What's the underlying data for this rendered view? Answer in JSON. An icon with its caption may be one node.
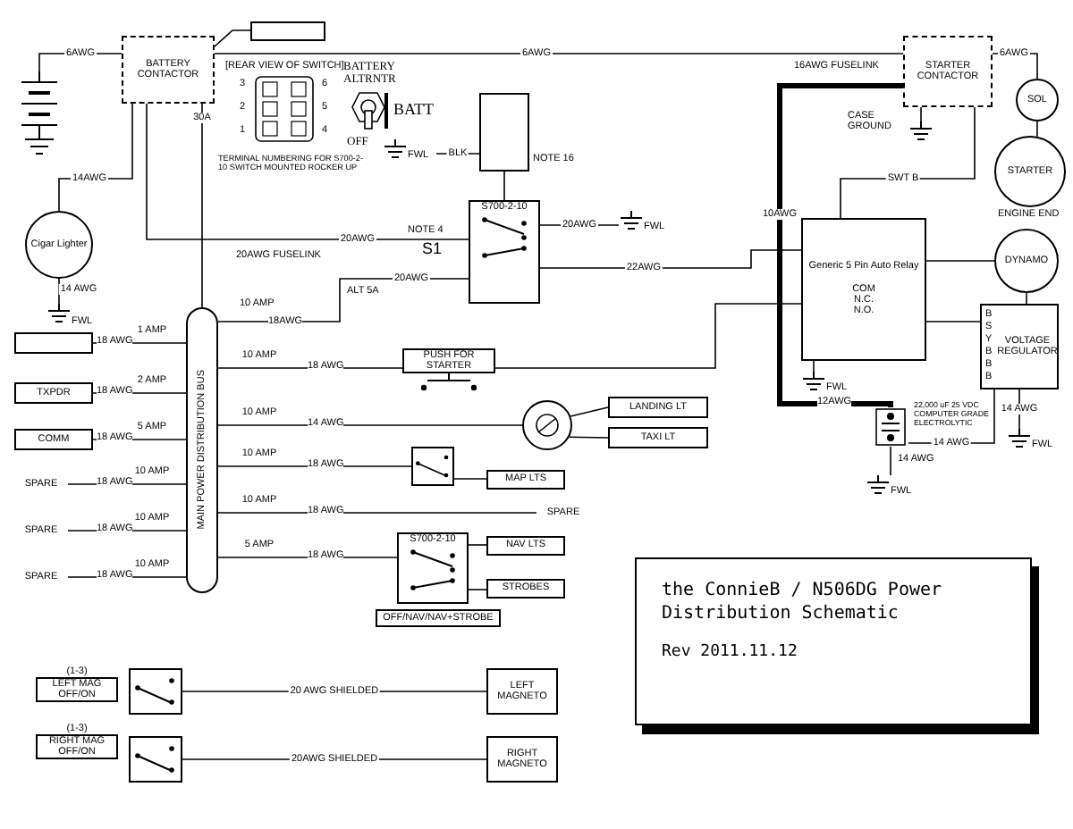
{
  "diagram": {
    "title": "the ConnieB / N506DG Power Distribution Schematic",
    "nodes": [
      {
        "text": [],
        "shape": "battery"
      },
      {
        "text": [
          "BATTERY CONTACTOR"
        ]
      },
      {
        "text": [],
        "shape": "box"
      },
      {
        "text": [
          "Cigar Lighter"
        ]
      },
      {
        "text": [
          "FWL"
        ]
      },
      {
        "text": [
          "S700-2-10"
        ],
        "beside": [
          "NOTE 4",
          "S1"
        ]
      },
      {
        "text": [],
        "shape": "box",
        "beside": [
          "NOTE 16"
        ]
      },
      {
        "text": [
          "FWL"
        ]
      },
      {
        "text": [
          "FWL"
        ]
      },
      {
        "text": [
          "STARTER CONTACTOR"
        ],
        "beside": [
          "CASE GROUND"
        ]
      },
      {
        "text": [],
        "shape": "ground"
      },
      {
        "text": [
          "SOL"
        ]
      },
      {
        "text": [
          "STARTER"
        ],
        "beside": [
          "ENGINE END"
        ]
      },
      {
        "text": [
          "DYNAMO"
        ]
      },
      {
        "text": [
          "Generic 5 Pin Auto Relay",
          "COM",
          "N.C.",
          "N.O."
        ]
      },
      {
        "text": [
          "VOLTAGE REGULATOR"
        ]
      },
      {
        "text": [
          "FWL"
        ]
      },
      {
        "text": [
          "FWL"
        ]
      },
      {
        "text": [],
        "shape": "capacitor",
        "beside": [
          "22,000 uF 25 VDC COMPUTER GRADE ELECTROLYTIC",
          "14 AWG"
        ]
      },
      {
        "text": [
          "FWL"
        ]
      },
      {
        "text": [
          "MAIN POWER DISTRIBUTION BUS"
        ]
      },
      {
        "text": [],
        "shape": "box"
      },
      {
        "text": [
          "TXPDR"
        ]
      },
      {
        "text": [
          "COMM"
        ]
      },
      {
        "text": [
          "SPARE"
        ]
      },
      {
        "text": [
          "SPARE"
        ]
      },
      {
        "text": [
          "SPARE"
        ]
      },
      {
        "text": [
          "PUSH FOR STARTER"
        ]
      },
      {
        "text": [],
        "shape": "circle"
      },
      {
        "text": [
          "LANDING LT"
        ]
      },
      {
        "text": [
          "TAXI LT"
        ]
      },
      {
        "text": [],
        "shape": "switch"
      },
      {
        "text": [
          "MAP LTS"
        ]
      },
      {
        "text": [
          "SPARE"
        ]
      },
      {
        "text": [
          "S700-2-10"
        ]
      },
      {
        "text": [
          "NAV LTS"
        ]
      },
      {
        "text": [
          "STROBES"
        ]
      },
      {
        "text": [],
        "shape": "switch"
      },
      {
        "text": [
          "LEFT MAGNETO"
        ]
      },
      {
        "text": [],
        "shape": "switch"
      },
      {
        "text": [
          "RIGHT MAGNETO"
        ]
      },
      {
        "text": [
          "(1-3)",
          "LEFT MAG OFF/ON"
        ]
      },
      {
        "text": [
          "(1-3)",
          "RIGHT MAG OFF/ON"
        ]
      },
      {
        "text": [
          "OFF/NAV/NAV+STROBE"
        ]
      }
    ],
    "edges": [
      {
        "from": 0,
        "to": 1,
        "arrow": "none",
        "label": "6AWG"
      },
      {
        "from": 1,
        "to": 2,
        "arrow": "none"
      },
      {
        "from": 1,
        "to": 9,
        "arrow": "none",
        "label": "6AWG"
      },
      {
        "from": 1,
        "to": 3,
        "arrow": "none",
        "label": "14AWG"
      },
      {
        "from": 3,
        "to": 4,
        "arrow": "none",
        "label": "14 AWG"
      },
      {
        "from": 1,
        "to": 20,
        "arrow": "none",
        "label": "30A"
      },
      {
        "from": 1,
        "to": 5,
        "arrow": "none",
        "label": "20AWG"
      },
      {
        "from": 20,
        "to": 5,
        "arrow": "none",
        "label": "20AWG"
      },
      {
        "from": 6,
        "to": 7,
        "arrow": "none",
        "label": "BLK"
      },
      {
        "from": 5,
        "to": 6,
        "arrow": "none"
      },
      {
        "from": 5,
        "to": 8,
        "arrow": "none",
        "label": "20AWG"
      },
      {
        "from": 5,
        "to": 14,
        "arrow": "none",
        "label": "22AWG"
      },
      {
        "from": 9,
        "to": 11,
        "arrow": "none",
        "label": "6AWG"
      },
      {
        "from": 11,
        "to": 12,
        "arrow": "none"
      },
      {
        "from": 9,
        "to": 10,
        "arrow": "none"
      },
      {
        "from": 9,
        "to": 14,
        "arrow": "none",
        "label": "SWT B"
      },
      {
        "from": 9,
        "to": 18,
        "arrow": "none",
        "label": "10AWG",
        "style": "thick"
      },
      {
        "from": 14,
        "to": 13,
        "arrow": "none"
      },
      {
        "from": 14,
        "to": 15,
        "arrow": "none"
      },
      {
        "from": 13,
        "to": 15,
        "arrow": "none"
      },
      {
        "from": 15,
        "to": 18,
        "arrow": "none",
        "label": "14 AWG"
      },
      {
        "from": 15,
        "to": 17,
        "arrow": "none",
        "label": "14 AWG"
      },
      {
        "from": 14,
        "to": 16,
        "arrow": "none"
      },
      {
        "from": 18,
        "to": 19,
        "arrow": "none"
      },
      {
        "from": 21,
        "to": 20,
        "arrow": "none",
        "label": "1 AMP"
      },
      {
        "from": 22,
        "to": 20,
        "arrow": "none",
        "label": "2 AMP"
      },
      {
        "from": 23,
        "to": 20,
        "arrow": "none",
        "label": "5 AMP"
      },
      {
        "from": 24,
        "to": 20,
        "arrow": "none",
        "label": "10 AMP"
      },
      {
        "from": 25,
        "to": 20,
        "arrow": "none",
        "label": "10 AMP"
      },
      {
        "from": 26,
        "to": 20,
        "arrow": "none",
        "label": "10 AMP"
      },
      {
        "from": 20,
        "to": 27,
        "arrow": "none",
        "label": "10 AMP"
      },
      {
        "from": 27,
        "to": 14,
        "arrow": "none"
      },
      {
        "from": 20,
        "to": 28,
        "arrow": "none",
        "label": "10 AMP"
      },
      {
        "from": 28,
        "to": 29,
        "arrow": "none"
      },
      {
        "from": 28,
        "to": 30,
        "arrow": "none"
      },
      {
        "from": 20,
        "to": 31,
        "arrow": "none",
        "label": "10 AMP"
      },
      {
        "from": 31,
        "to": 32,
        "arrow": "none"
      },
      {
        "from": 20,
        "to": 33,
        "arrow": "none",
        "label": "10 AMP"
      },
      {
        "from": 20,
        "to": 34,
        "arrow": "none",
        "label": "5 AMP"
      },
      {
        "from": 34,
        "to": 35,
        "arrow": "none"
      },
      {
        "from": 34,
        "to": 36,
        "arrow": "none"
      },
      {
        "from": 37,
        "to": 38,
        "arrow": "none",
        "label": "20 AWG SHIELDED"
      },
      {
        "from": 39,
        "to": 40,
        "arrow": "none",
        "label": "20AWG SHIELDED"
      }
    ],
    "labels": [
      "[REAR VIEW OF SWITCH]",
      "3",
      "6",
      "2",
      "5",
      "1",
      "4",
      "TERMINAL NUMBERING FOR S700-2-10 SWITCH MOUNTED ROCKER UP",
      "BATTERY ALTRNTR",
      "BATT",
      "OFF",
      "16AWG FUSELINK",
      "20AWG FUSELINK",
      "ALT 5A",
      "10 AMP",
      "18AWG",
      "B",
      "S",
      "Y",
      "B",
      "B",
      "B",
      "18 AWG",
      "18 AWG",
      "18 AWG",
      "18 AWG",
      "18 AWG",
      "18 AWG",
      "18 AWG",
      "14 AWG",
      "18 AWG",
      "18 AWG",
      "18 AWG",
      "12AWG",
      "Rev 2011.11.12"
    ]
  }
}
